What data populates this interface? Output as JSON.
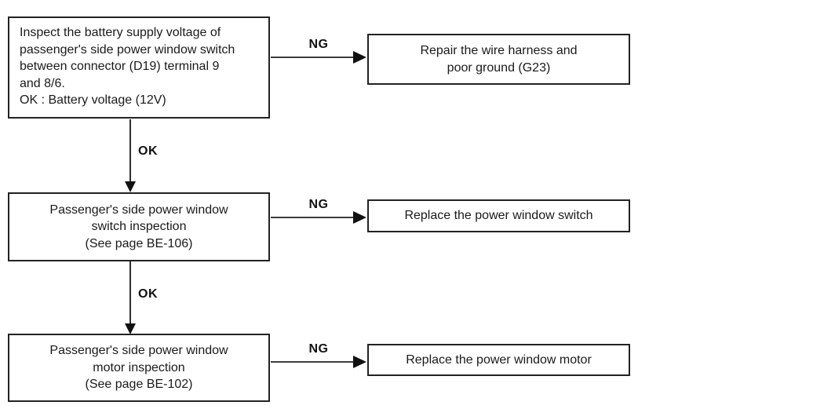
{
  "flowchart": {
    "description": "Passenger's side power window troubleshooting flowchart",
    "colors": {
      "background": "#ffffff",
      "border": "#222222",
      "text": "#1a1a1a",
      "arrow": "#111111"
    },
    "steps": [
      {
        "id": "battery-voltage-check",
        "lines": [
          "Inspect the battery supply voltage of",
          "passenger's side power window switch",
          "between connector (D19) terminal 9",
          "and 8/6.",
          "OK : Battery voltage (12V)"
        ],
        "ng_label": "NG",
        "ng_result_lines": [
          "Repair the wire harness and",
          "poor ground (G23)"
        ],
        "ok_label": "OK"
      },
      {
        "id": "switch-inspection",
        "lines": [
          "Passenger's side power window",
          "switch inspection",
          "(See page BE-106)"
        ],
        "ng_label": "NG",
        "ng_result_lines": [
          "Replace the power window switch"
        ],
        "ok_label": "OK"
      },
      {
        "id": "motor-inspection",
        "lines": [
          "Passenger's side power window",
          "motor inspection",
          "(See page BE-102)"
        ],
        "ng_label": "NG",
        "ng_result_lines": [
          "Replace the power window motor"
        ]
      }
    ]
  }
}
